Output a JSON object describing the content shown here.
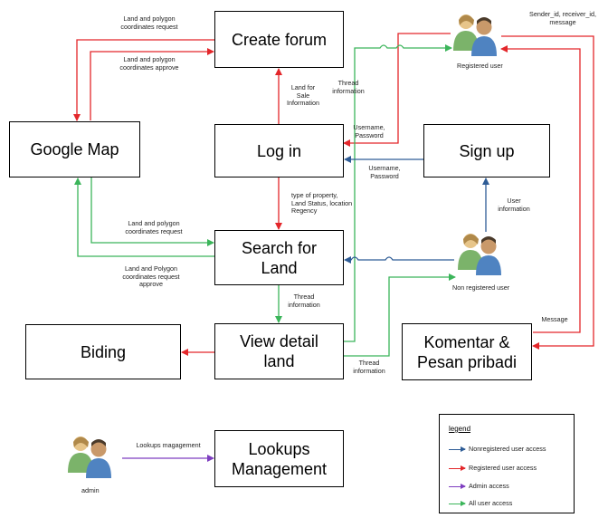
{
  "colors": {
    "nonregistered": "#2e5c96",
    "registered": "#e3262a",
    "admin": "#7e3ec0",
    "all": "#3bb55a"
  },
  "boxes": {
    "create_forum": "Create forum",
    "google_map": "Google Map",
    "log_in": "Log in",
    "sign_up": "Sign up",
    "search_land": "Search for\nLand",
    "biding": "Biding",
    "view_detail": "View detail\nland",
    "komentar": "Komentar &\nPesan pribadi",
    "lookups": "Lookups\nManagement"
  },
  "actors": {
    "registered": "Registered user",
    "non_registered": "Non registered user",
    "admin": "admin"
  },
  "labels": {
    "forum_request": "Land and polygon\ncoordinates request",
    "forum_approve": "Land and polygon\ncoordinates approve",
    "land_for_sale": "Land for\nSale\nInformation",
    "thread_info_top": "Thread\ninformation",
    "sender_info": "Sender_id, receiver_id,\nmessage",
    "username_password_reg": "Username,\nPassword",
    "username_password_signup": "Username,\nPassword",
    "user_information": "User\ninformation",
    "type_of_property": "type of property,\nLand Status, location\nRegency",
    "map_request": "Land and polygon\ncoordinates request",
    "map_approve": "Land and Polygon\ncoordinates request\napprove",
    "thread_info_mid": "Thread\ninformation",
    "thread_info_bottom": "Thread\ninformation",
    "message": "Message",
    "lookups_management": "Lookups magagement"
  },
  "legend": {
    "title": "legend",
    "items": [
      {
        "label": "Nonregistered user access",
        "color": "#2e5c96"
      },
      {
        "label": "Registered user access",
        "color": "#e3262a"
      },
      {
        "label": "Admin access",
        "color": "#7e3ec0"
      },
      {
        "label": "All user access",
        "color": "#3bb55a"
      }
    ]
  }
}
